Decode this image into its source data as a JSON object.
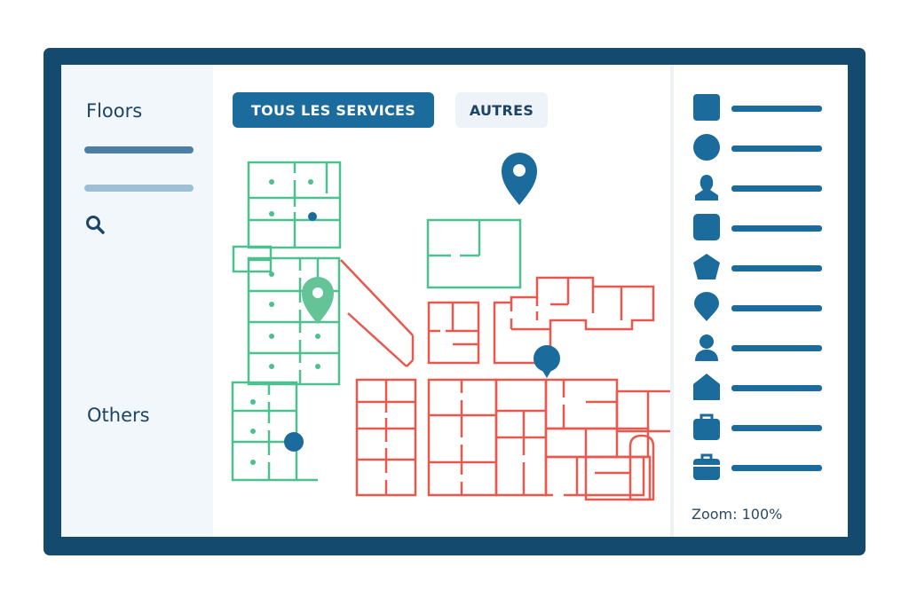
{
  "sidebar": {
    "floors_title": "Floors",
    "others_title": "Others",
    "search_icon": "search-icon"
  },
  "tabs": [
    {
      "label": "TOUS LES SERVICES",
      "active": true
    },
    {
      "label": "AUTRES",
      "active": false
    }
  ],
  "legend": {
    "icons": [
      "square-icon",
      "circle-icon",
      "person-bust-icon",
      "square-icon",
      "pentagon-icon",
      "pin-icon",
      "person-icon",
      "house-icon",
      "briefcase-icon",
      "toolbox-icon"
    ]
  },
  "zoom_label": "Zoom: 100%",
  "colors": {
    "frame": "#134a6e",
    "accent": "#1b6b9c",
    "green_wing": "#4cc08f",
    "red_wing": "#e8584f",
    "pin_green": "#64c497",
    "pin_blue": "#1b6b9c"
  }
}
